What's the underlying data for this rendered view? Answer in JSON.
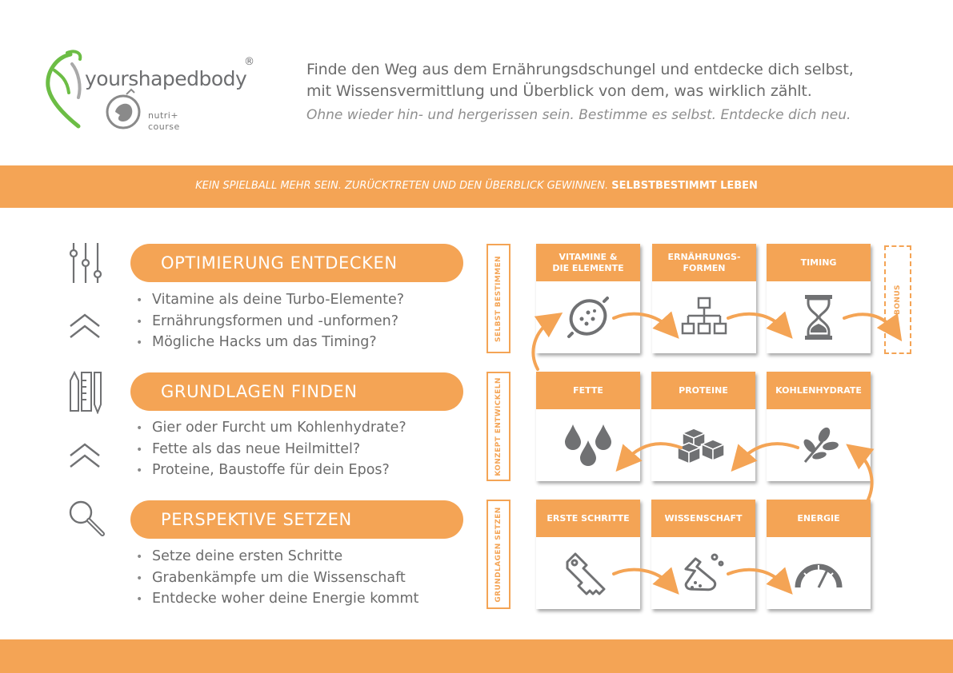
{
  "logo": {
    "brand": "yourshapedbody",
    "registered": "®",
    "sub_line1": "nutri+",
    "sub_line2": "course"
  },
  "header": {
    "line1": "Finde den Weg aus dem Ernährungsdschungel und entdecke dich selbst,",
    "line2": "mit Wissensvermittlung und Überblick von dem, was wirklich zählt.",
    "line3": "Ohne wieder hin- und hergerissen sein. Bestimme es selbst. Entdecke dich neu."
  },
  "banner": {
    "italic": "KEIN SPIELBALL MEHR SEIN. ZURÜCKTRETEN UND DEN ÜBERBLICK GEWINNEN.",
    "bold": "SELBSTBESTIMMT LEBEN"
  },
  "sections": [
    {
      "title": "OPTIMIERUNG ENTDECKEN",
      "icon": "sliders-icon",
      "bullets": [
        "Vitamine als deine Turbo-Elemente?",
        "Ernährungsformen und -unformen?",
        "Mögliche Hacks um das Timing?"
      ]
    },
    {
      "title": "GRUNDLAGEN  FINDEN",
      "icon": "tools-icon",
      "bullets": [
        "Gier oder Furcht um Kohlenhydrate?",
        "Fette als das neue Heilmittel?",
        "Proteine, Baustoffe für dein Epos?"
      ]
    },
    {
      "title": "PERSPEKTIVE SETZEN",
      "icon": "magnifier-icon",
      "bullets": [
        "Setze deine ersten Schritte",
        "Grabenkämpfe um die Wissenschaft",
        "Entdecke woher deine Energie kommt"
      ]
    }
  ],
  "row_labels": [
    "SELBST  BESTIMMEN",
    "KONZEPT  ENTWICKELN",
    "GRUNDLAGEN  SETZEN"
  ],
  "bonus": "BONUS",
  "tiles": [
    {
      "label": "VITAMINE &\nDIE ELEMENTE",
      "icon": "lemon-icon"
    },
    {
      "label": "ERNÄHRUNGS-\nFORMEN",
      "icon": "hierarchy-icon"
    },
    {
      "label": "TIMING",
      "icon": "hourglass-icon"
    },
    {
      "label": "FETTE",
      "icon": "drops-icon"
    },
    {
      "label": "PROTEINE",
      "icon": "cubes-icon"
    },
    {
      "label": "KOHLENHYDRATE",
      "icon": "leaf-icon"
    },
    {
      "label": "ERSTE SCHRITTE",
      "icon": "key-icon"
    },
    {
      "label": "WISSENSCHAFT",
      "icon": "flask-icon"
    },
    {
      "label": "ENERGIE",
      "icon": "gauge-icon"
    }
  ],
  "colors": {
    "accent": "#f4a455",
    "text": "#6b6b6b",
    "logo_green": "#6cbd45",
    "icon_gray": "#707173"
  }
}
